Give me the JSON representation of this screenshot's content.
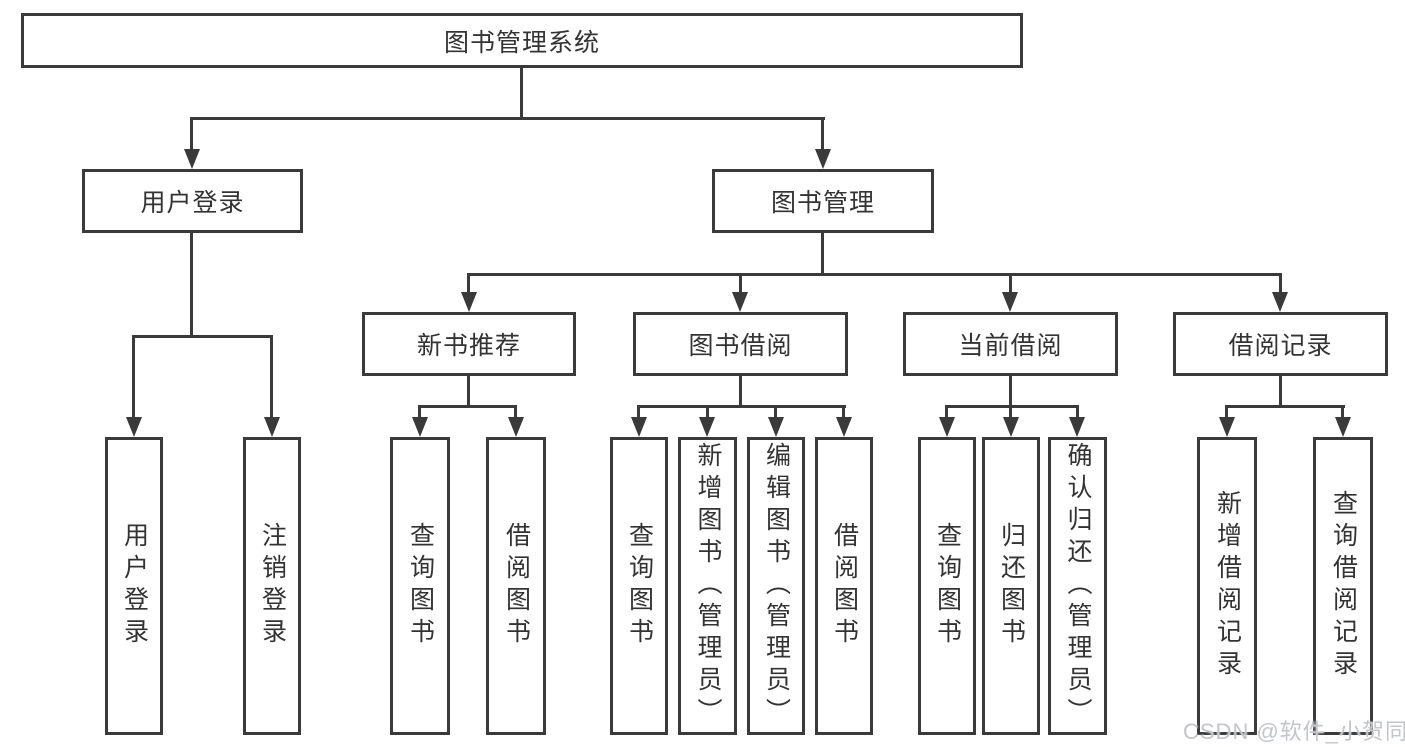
{
  "diagram": {
    "root": "图书管理系统",
    "level2": {
      "user_login": "用户登录",
      "book_mgmt": "图书管理"
    },
    "level3": {
      "new_books": "新书推荐",
      "book_borrow": "图书借阅",
      "current_borrow": "当前借阅",
      "borrow_records": "借阅记录"
    },
    "leaves": {
      "user_login": [
        "用户登录",
        "注销登录"
      ],
      "new_books": [
        "查询图书",
        "借阅图书"
      ],
      "book_borrow": [
        "查询图书",
        "新增图书（管理员）",
        "编辑图书（管理员）",
        "借阅图书"
      ],
      "current_borrow": [
        "查询图书",
        "归还图书",
        "确认归还（管理员）"
      ],
      "borrow_records": [
        "新增借阅记录",
        "查询借阅记录"
      ]
    }
  },
  "watermark": "CSDN @软件_小贺同学",
  "colors": {
    "line": "#3a3a3a",
    "text": "#333333",
    "background": "#ffffff",
    "watermark": "#c2c5c9"
  }
}
